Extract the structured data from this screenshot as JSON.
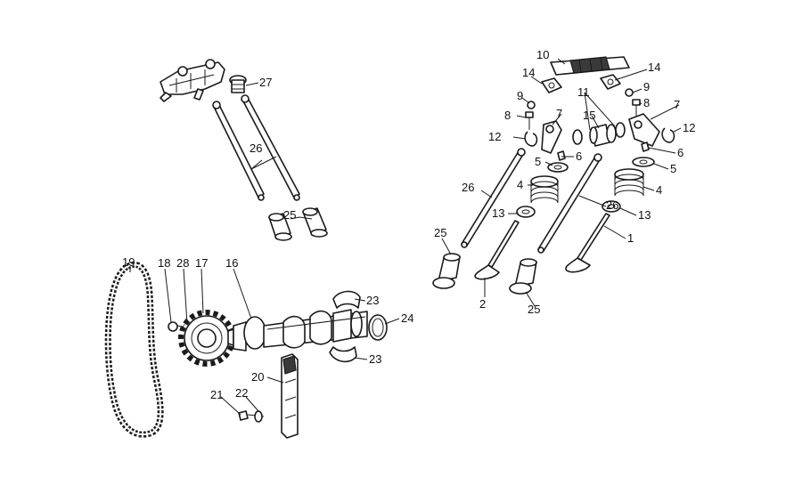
{
  "callouts": {
    "c1": "1",
    "c2": "2",
    "c4a": "4",
    "c4b": "4",
    "c5a": "5",
    "c5b": "5",
    "c6a": "6",
    "c6b": "6",
    "c7a": "7",
    "c7b": "7",
    "c8a": "8",
    "c8b": "8",
    "c9a": "9",
    "c9b": "9",
    "c10": "10",
    "c11": "11",
    "c12a": "12",
    "c12b": "12",
    "c13a": "13",
    "c13b": "13",
    "c14a": "14",
    "c14b": "14",
    "c15": "15",
    "c16": "16",
    "c17": "17",
    "c18": "18",
    "c19": "19",
    "c20": "20",
    "c21": "21",
    "c22": "22",
    "c23a": "23",
    "c23b": "23",
    "c24": "24",
    "c25a": "25",
    "c25b": "25",
    "c25c": "25",
    "c26a": "26",
    "c26b": "26",
    "c26c": "26",
    "c27": "27",
    "c28": "28"
  }
}
